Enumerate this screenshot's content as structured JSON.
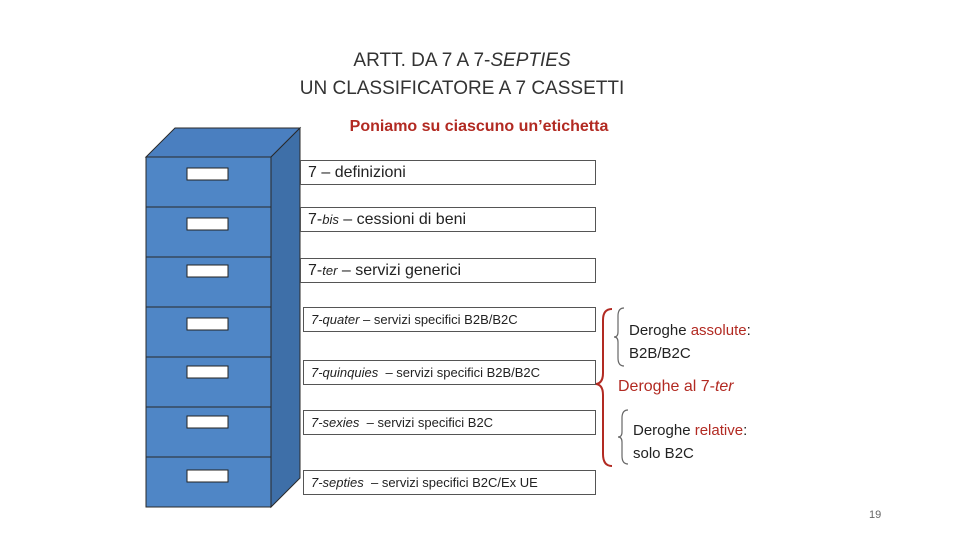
{
  "slide": {
    "title_line1_prefix": "ARTT. DA 7 A 7-",
    "title_line1_italic": "SEPTIES",
    "title_line2": "UN CLASSIFICATORE A 7 CASSETTI",
    "subtitle": "Poniamo su ciascuno un’etichetta",
    "page_number": "19"
  },
  "labels": [
    {
      "prefix": "7",
      "suffix": " – definizioni"
    },
    {
      "prefix": "7-",
      "sub": "bis",
      "suffix": " – cessioni di beni"
    },
    {
      "prefix": "7-",
      "sub": "ter",
      "suffix": " – servizi generici"
    },
    {
      "italic": "7-quater",
      "suffix": " – servizi specifici B2B/B2C"
    },
    {
      "italic": "7-quinquies",
      "suffix": "  – servizi specifici B2B/B2C"
    },
    {
      "italic": "7-sexies",
      "suffix": "  – servizi specifici B2C"
    },
    {
      "italic": "7-septies",
      "suffix": "  – servizi specifici B2C/Ex UE"
    }
  ],
  "notes": {
    "assolute_prefix": "Deroghe ",
    "assolute_colored": "assolute",
    "assolute_suffix": ":",
    "assolute_line2": "B2B/B2C",
    "deroghe_prefix": "Deroghe al 7-",
    "deroghe_italic": "ter",
    "relative_prefix": "Deroghe ",
    "relative_colored": "relative",
    "relative_suffix": ":",
    "relative_line2": "solo B2C"
  },
  "colors": {
    "drawer_front": "#4f86c6",
    "drawer_side": "#3e6fa8",
    "cabinet_top": "#4a7fc0",
    "accent_red": "#b22a22",
    "outline": "#333333"
  }
}
